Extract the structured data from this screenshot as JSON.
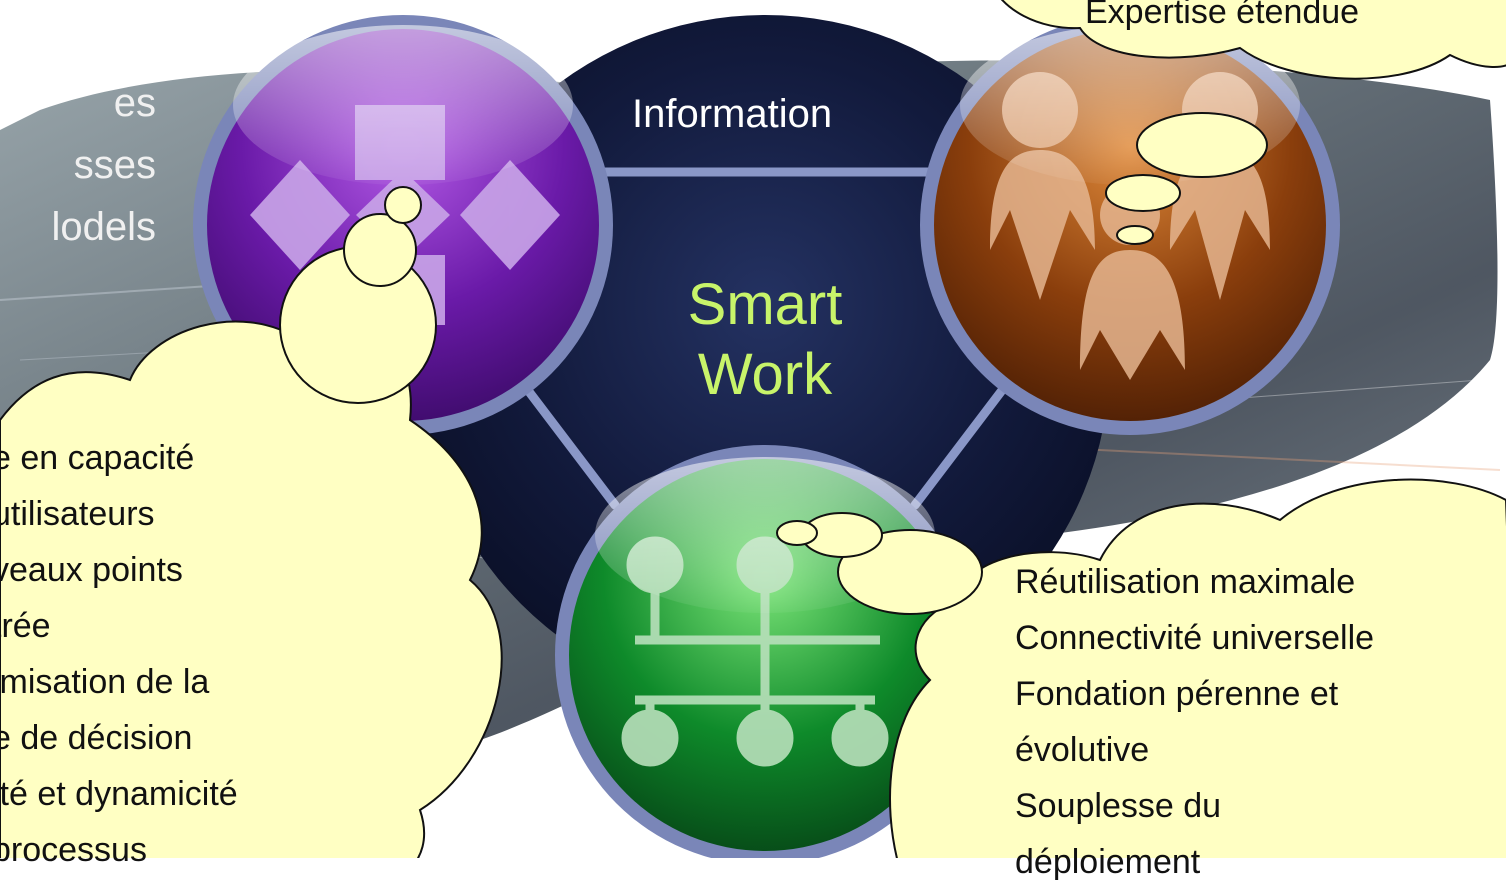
{
  "background_text": {
    "lines": [
      "es",
      "sses",
      "lodels"
    ]
  },
  "center": {
    "top_label": "Information",
    "title_line1": "Smart",
    "title_line2": "Work"
  },
  "icons": {
    "process": "process-flow-icon",
    "people": "people-collaboration-icon",
    "network": "network-hierarchy-icon"
  },
  "bubbles": {
    "top_right": "Expertise étendue",
    "left": {
      "lines": [
        "e en capacité",
        " utilisateurs",
        "veaux points",
        "trée",
        "imisation de la",
        "e de décision",
        "ité et dynamicité",
        " processus"
      ]
    },
    "right": {
      "lines": [
        "Réutilisation maximale",
        "Connectivité universelle",
        "Fondation pérenne et",
        "évolutive",
        "Souplesse du",
        "déploiement"
      ]
    }
  },
  "colors": {
    "hub": "#0f1634",
    "spoke": "#8a97c7",
    "bubble_fill": "#ffffc3",
    "smart_text": "#c8f46a",
    "process_orb": "#6a1aa8",
    "people_orb": "#8a3e0c",
    "network_orb": "#0e8a2a"
  }
}
